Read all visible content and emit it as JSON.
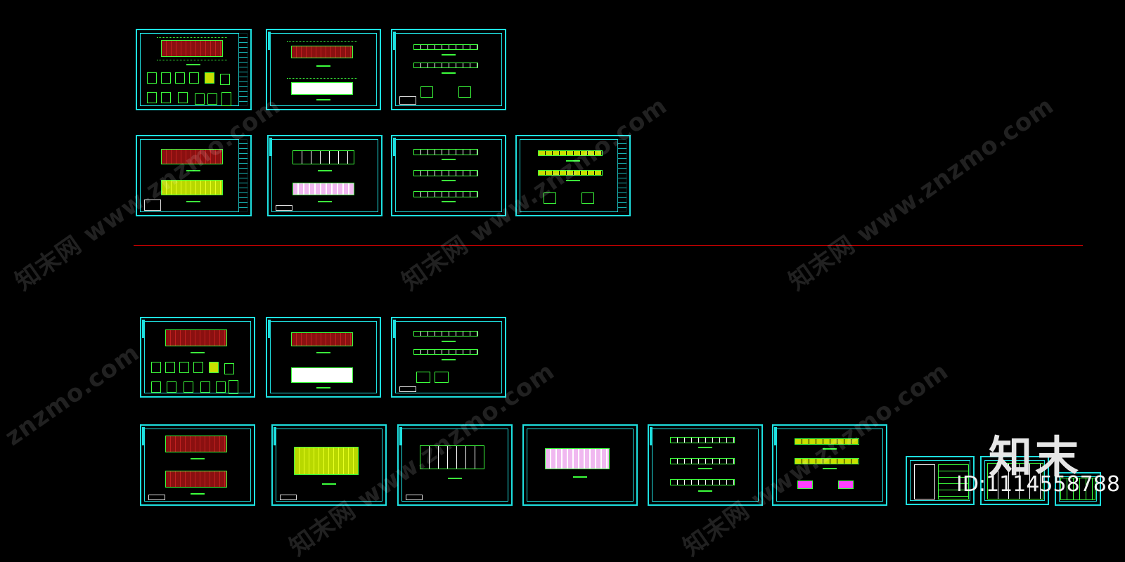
{
  "watermark": {
    "text": "知末网 www.znzmo.com",
    "short": "znzmo.com"
  },
  "brand": {
    "logo": "知末",
    "id_label": "ID:1114558788"
  },
  "colors": {
    "background": "#000000",
    "sheet_frame": "#1ee0e0",
    "linework": "#3cff3c",
    "divider": "#c00000"
  }
}
